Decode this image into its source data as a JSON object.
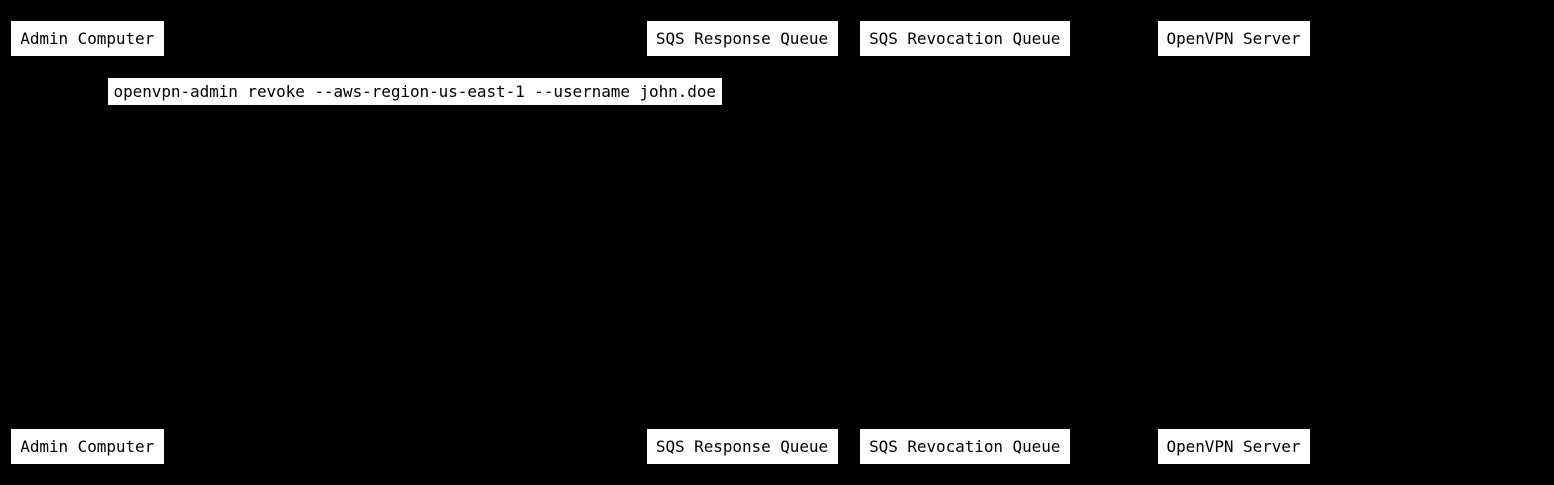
{
  "diagram": {
    "type": "sequence",
    "colors": {
      "background": "#000000",
      "box_fill": "#ffffff",
      "box_text": "#000000"
    },
    "participants": [
      {
        "label": "Admin Computer"
      },
      {
        "label": "SQS Response Queue"
      },
      {
        "label": "SQS Revocation Queue"
      },
      {
        "label": "OpenVPN Server"
      }
    ],
    "messages": [
      {
        "text": "openvpn-admin revoke --aws-region-us-east-1 --username john.doe"
      }
    ]
  }
}
